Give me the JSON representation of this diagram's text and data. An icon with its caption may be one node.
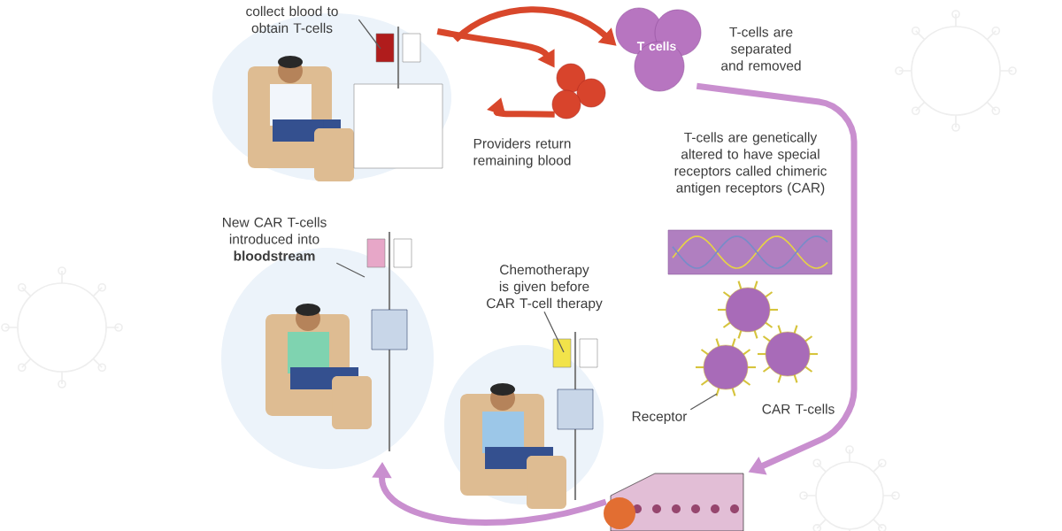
{
  "diagram": {
    "nodes": [
      {
        "text": [
          "collect blood to obtain T-cells"
        ]
      },
      {
        "text": [],
        "shape": "picture"
      },
      {
        "text": [
          "T cells"
        ],
        "beside": [
          "T-cells are separated and removed"
        ]
      },
      {
        "text": [],
        "shape": "picture"
      },
      {
        "text": [],
        "shape": "picture",
        "beside": [
          "T-cells are genetically altered to have special receptors called chimeric antigen receptors (CAR)"
        ]
      },
      {
        "text": [],
        "shape": "picture",
        "beside": [
          "CAR T-cells"
        ]
      },
      {
        "text": [
          "Receptor"
        ]
      },
      {
        "text": [
          "New CAR T-cells introduced into **bloodstream**"
        ]
      },
      {
        "text": [],
        "shape": "picture"
      },
      {
        "text": [
          "Chemotherapy is given before CAR T-cell therapy"
        ]
      },
      {
        "text": [],
        "shape": "picture"
      },
      {
        "text": [],
        "shape": "picture"
      }
    ],
    "edges": [
      {
        "from": 0,
        "to": 1,
        "arrow": "none"
      },
      {
        "from": 1,
        "to": 2,
        "arrow": "to",
        "color": "#d8472b"
      },
      {
        "from": 1,
        "to": 3,
        "arrow": "to",
        "color": "#d8472b"
      },
      {
        "from": 3,
        "to": 1,
        "arrow": "to",
        "color": "#d8472b",
        "label": "Providers return remaining blood"
      },
      {
        "from": 2,
        "to": 11,
        "arrow": "to",
        "color": "#c98fcf"
      },
      {
        "from": 11,
        "to": 8,
        "arrow": "to",
        "color": "#c98fcf"
      },
      {
        "from": 6,
        "to": 5,
        "arrow": "none"
      },
      {
        "from": 7,
        "to": 8,
        "arrow": "none"
      },
      {
        "from": 9,
        "to": 10,
        "arrow": "none"
      }
    ]
  }
}
